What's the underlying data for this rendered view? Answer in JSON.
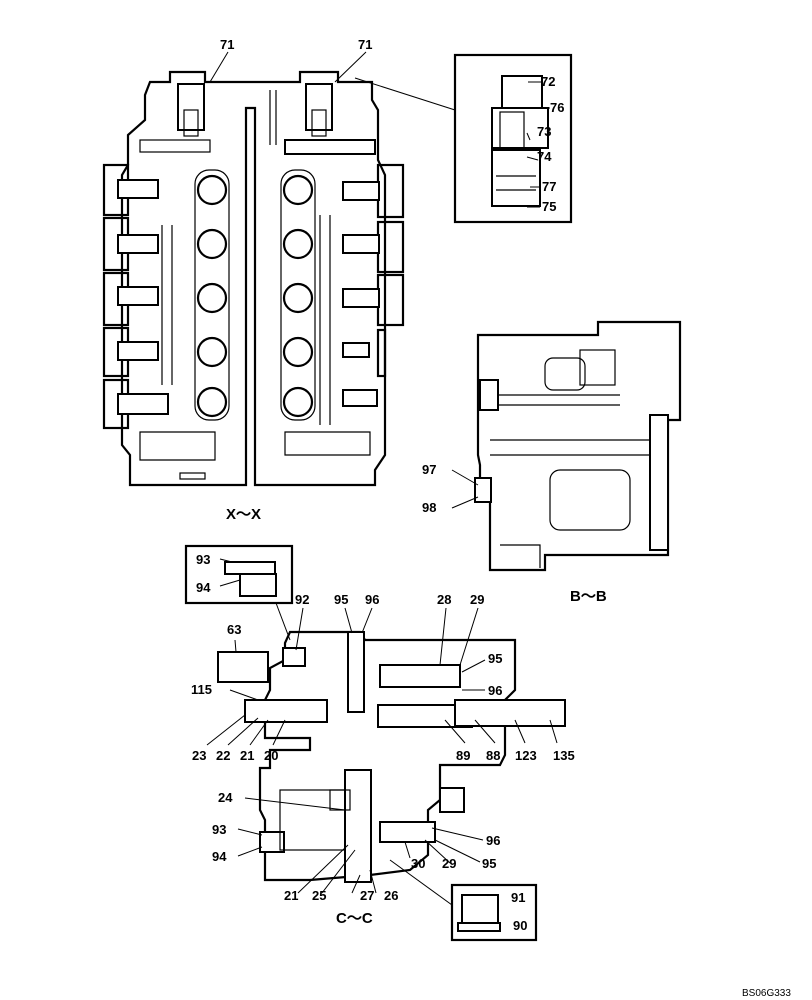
{
  "sections": {
    "x": "X～X",
    "b": "B～B",
    "c": "C～C"
  },
  "callouts": {
    "c71a": "71",
    "c71b": "71",
    "c72": "72",
    "c76": "76",
    "c73": "73",
    "c74": "74",
    "c77": "77",
    "c75": "75",
    "c97": "97",
    "c98": "98",
    "c93a": "93",
    "c94a": "94",
    "c92": "92",
    "c95a": "95",
    "c96a": "96",
    "c28": "28",
    "c29a": "29",
    "c63": "63",
    "c95b": "95",
    "c115": "115",
    "c96b": "96",
    "c23": "23",
    "c22": "22",
    "c21a": "21",
    "c20": "20",
    "c89": "89",
    "c88": "88",
    "c123": "123",
    "c135": "135",
    "c24": "24",
    "c93b": "93",
    "c94b": "94",
    "c96c": "96",
    "c30": "30",
    "c29b": "29",
    "c95c": "95",
    "c21b": "21",
    "c25": "25",
    "c27": "27",
    "c26": "26",
    "c91": "91",
    "c90": "90"
  },
  "drawing_code": "BS06G333"
}
